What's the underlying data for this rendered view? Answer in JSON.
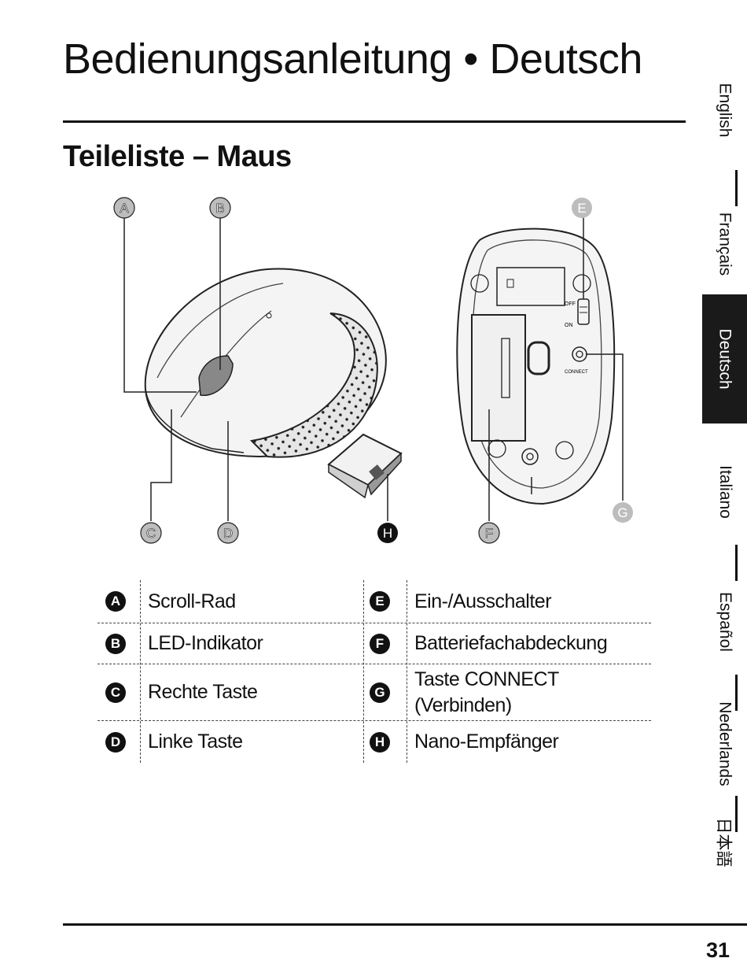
{
  "header": {
    "title": "Bedienungsanleitung • Deutsch",
    "subtitle": "Teileliste – Maus"
  },
  "side_tabs": [
    {
      "label": "English",
      "active": false
    },
    {
      "label": "Français",
      "active": false
    },
    {
      "label": "Deutsch",
      "active": true
    },
    {
      "label": "Italiano",
      "active": false
    },
    {
      "label": "Español",
      "active": false
    },
    {
      "label": "Nederlands",
      "active": false
    },
    {
      "label": "日本語",
      "active": false
    }
  ],
  "diagram": {
    "callouts": [
      "A",
      "B",
      "C",
      "D",
      "E",
      "F",
      "G",
      "H"
    ],
    "switch_off": "OFF",
    "switch_on": "ON",
    "connect_text": "CONNECT"
  },
  "parts": [
    {
      "left_letter": "A",
      "left_label": "Scroll-Rad",
      "right_letter": "E",
      "right_label": "Ein-/Ausschalter"
    },
    {
      "left_letter": "B",
      "left_label": "LED-Indikator",
      "right_letter": "F",
      "right_label": "Batteriefachabdeckung"
    },
    {
      "left_letter": "C",
      "left_label": "Rechte Taste",
      "right_letter": "G",
      "right_label": "Taste CONNECT\n(Verbinden)"
    },
    {
      "left_letter": "D",
      "left_label": "Linke Taste",
      "right_letter": "H",
      "right_label": "Nano-Empfänger"
    }
  ],
  "footer": {
    "page_number": "31"
  }
}
